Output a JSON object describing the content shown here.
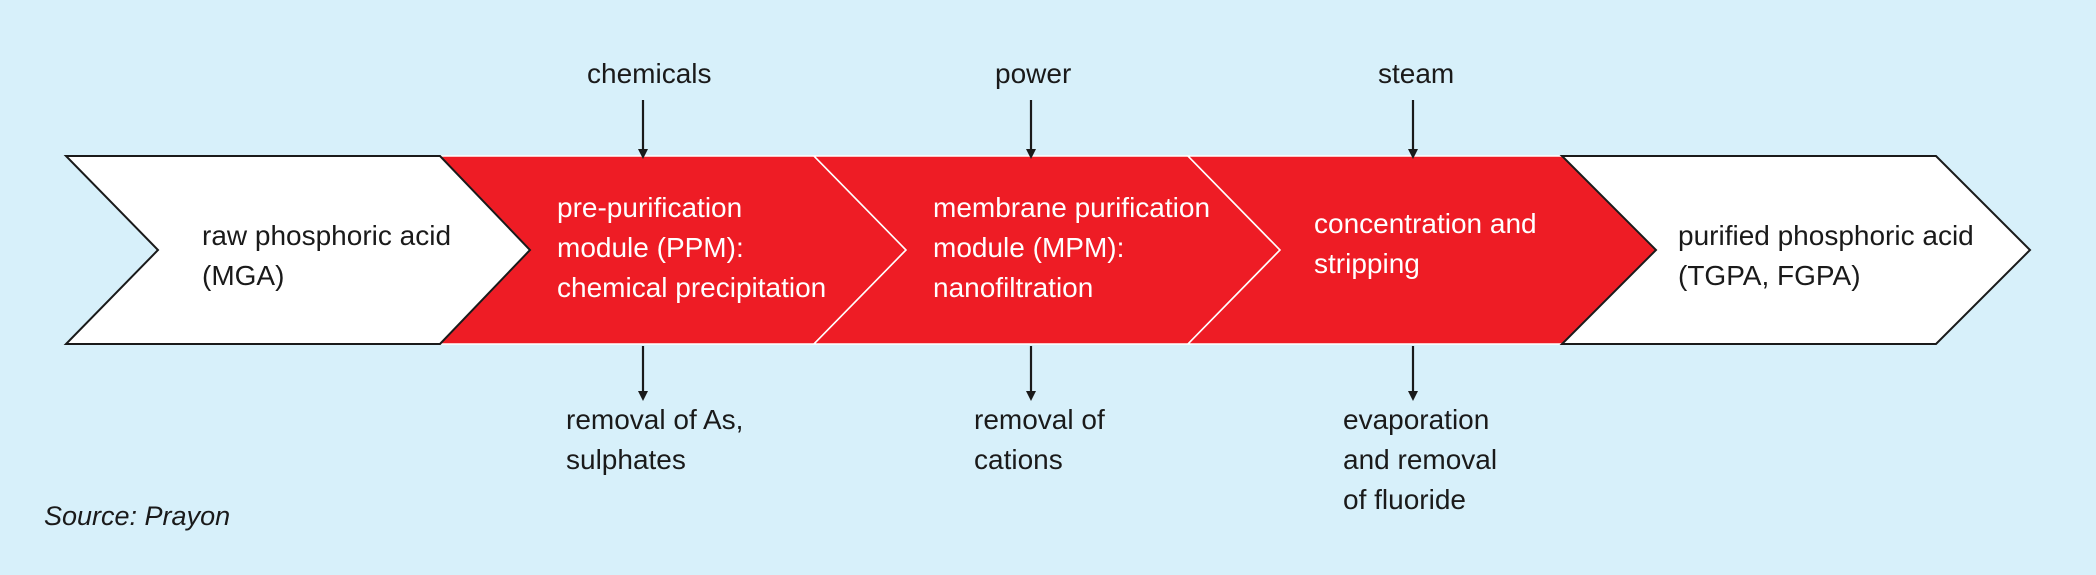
{
  "colors": {
    "background": "#d7f0fa",
    "step_red": "#ee1c25",
    "step_white": "#ffffff",
    "outline": "#1a1a1a",
    "arrow": "#1a1a1a"
  },
  "steps": [
    {
      "text": "raw phosphoric acid\n(MGA)",
      "fill": "white"
    },
    {
      "text": "pre-purification\nmodule (PPM):\nchemical precipitation",
      "fill": "red"
    },
    {
      "text": "membrane purification\nmodule (MPM):\nnanofiltration",
      "fill": "red"
    },
    {
      "text": "concentration and\nstripping",
      "fill": "red"
    },
    {
      "text": "purified phosphoric acid\n(TGPA, FGPA)",
      "fill": "white"
    }
  ],
  "inputs": [
    {
      "text": "chemicals",
      "step": 1
    },
    {
      "text": "power",
      "step": 2
    },
    {
      "text": "steam",
      "step": 3
    }
  ],
  "outputs": [
    {
      "text": "removal of As,\nsulphates",
      "step": 1
    },
    {
      "text": "removal of\ncations",
      "step": 2
    },
    {
      "text": "evaporation\nand removal\nof fluoride",
      "step": 3
    }
  ],
  "source": "Source: Prayon"
}
